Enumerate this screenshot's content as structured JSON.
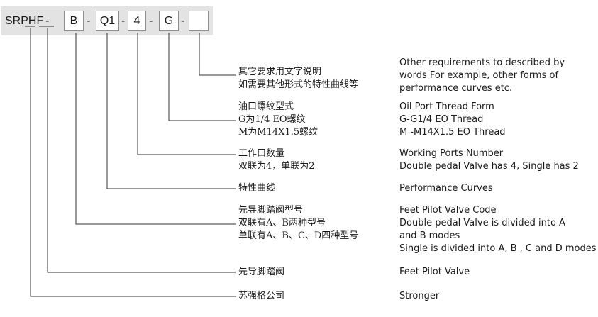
{
  "code": {
    "prefix": "SRPHF",
    "sep": "-",
    "boxes": [
      "B",
      "Q1",
      "4",
      "G",
      ""
    ]
  },
  "rows": [
    {
      "cn": [
        "其它要求用文字说明",
        "如需要其他形式的特性曲线等"
      ],
      "en": [
        "Other requirements to described by",
        "words  For example, other forms of",
        "performance  curves etc."
      ]
    },
    {
      "cn": [
        "油口螺纹型式",
        "G为1/4 EO螺纹",
        "M为M14X1.5螺纹"
      ],
      "en": [
        "Oil Port Thread Form",
        "G-G1/4 EO Thread",
        "M -M14X1.5 EO Thread"
      ]
    },
    {
      "cn": [
        "工作口数量",
        "双联为4，单联为2"
      ],
      "en": [
        "Working Ports Number",
        "Double pedal Valve has 4, Single has 2"
      ]
    },
    {
      "cn": [
        "特性曲线"
      ],
      "en": [
        "Performance Curves"
      ]
    },
    {
      "cn": [
        "先导脚踏阀型号",
        "双联有A、B两种型号",
        "单联有A、B、C、D四种型号"
      ],
      "en": [
        "Feet Pilot Valve Code",
        "Double pedal Valve is divided into A",
        "and B modes",
        "Single is divided into A, B , C and D modes"
      ]
    },
    {
      "cn": [
        "先导脚踏阀"
      ],
      "en": [
        "Feet Pilot Valve"
      ]
    },
    {
      "cn": [
        "苏强格公司"
      ],
      "en": [
        "Stronger"
      ]
    }
  ]
}
